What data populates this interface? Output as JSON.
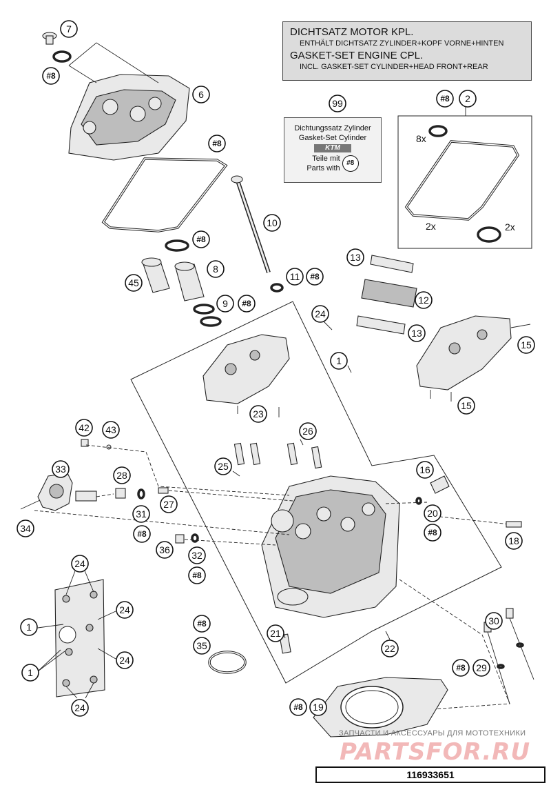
{
  "title_box": {
    "line1": "DICHTSATZ MOTOR KPL.",
    "line2": "ENTHÄLT DICHTSATZ ZYLINDER+KOPF VORNE+HINTEN",
    "line3": "GASKET-SET ENGINE CPL.",
    "line4": "INCL. GASKET-SET CYLINDER+HEAD FRONT+REAR"
  },
  "kit_box": {
    "line1": "Dichtungssatz Zylinder",
    "line2": "Gasket-Set Cylinder",
    "logo": "KTM",
    "line3": "Teile mit",
    "line4": "Parts with",
    "ref": "#8"
  },
  "callouts": [
    {
      "id": "c7",
      "label": "7"
    },
    {
      "id": "c8a",
      "label": "#8"
    },
    {
      "id": "c6",
      "label": "6"
    },
    {
      "id": "c8b",
      "label": "#8"
    },
    {
      "id": "c99",
      "label": "99"
    },
    {
      "id": "c8c",
      "label": "#8"
    },
    {
      "id": "c2",
      "label": "2"
    },
    {
      "id": "c10",
      "label": "10"
    },
    {
      "id": "c8d",
      "label": "#8"
    },
    {
      "id": "c45",
      "label": "45"
    },
    {
      "id": "c8",
      "label": "8"
    },
    {
      "id": "c9",
      "label": "9"
    },
    {
      "id": "c8e",
      "label": "#8"
    },
    {
      "id": "c11",
      "label": "11"
    },
    {
      "id": "c8f",
      "label": "#8"
    },
    {
      "id": "c13a",
      "label": "13"
    },
    {
      "id": "c12",
      "label": "12"
    },
    {
      "id": "c13b",
      "label": "13"
    },
    {
      "id": "c24a",
      "label": "24"
    },
    {
      "id": "c1a",
      "label": "1"
    },
    {
      "id": "c15a",
      "label": "15"
    },
    {
      "id": "c15b",
      "label": "15"
    },
    {
      "id": "c23",
      "label": "23"
    },
    {
      "id": "c42",
      "label": "42"
    },
    {
      "id": "c43",
      "label": "43"
    },
    {
      "id": "c26",
      "label": "26"
    },
    {
      "id": "c25",
      "label": "25"
    },
    {
      "id": "c33",
      "label": "33"
    },
    {
      "id": "c28",
      "label": "28"
    },
    {
      "id": "c27",
      "label": "27"
    },
    {
      "id": "c16",
      "label": "16"
    },
    {
      "id": "c31",
      "label": "31"
    },
    {
      "id": "c20",
      "label": "20"
    },
    {
      "id": "c34",
      "label": "34"
    },
    {
      "id": "c8g",
      "label": "#8"
    },
    {
      "id": "c8h",
      "label": "#8"
    },
    {
      "id": "c18",
      "label": "18"
    },
    {
      "id": "c36",
      "label": "36"
    },
    {
      "id": "c32",
      "label": "32"
    },
    {
      "id": "c8i",
      "label": "#8"
    },
    {
      "id": "c24b",
      "label": "24"
    },
    {
      "id": "c24c",
      "label": "24"
    },
    {
      "id": "c1b",
      "label": "1"
    },
    {
      "id": "c30",
      "label": "30"
    },
    {
      "id": "c8j",
      "label": "#8"
    },
    {
      "id": "c21",
      "label": "21"
    },
    {
      "id": "c35",
      "label": "35"
    },
    {
      "id": "c22",
      "label": "22"
    },
    {
      "id": "c1c",
      "label": "1"
    },
    {
      "id": "c24d",
      "label": "24"
    },
    {
      "id": "c8k",
      "label": "#8"
    },
    {
      "id": "c29",
      "label": "29"
    },
    {
      "id": "c24e",
      "label": "24"
    },
    {
      "id": "c8l",
      "label": "#8"
    },
    {
      "id": "c19",
      "label": "19"
    }
  ],
  "quantity_labels": {
    "q8x": "8x",
    "q2x_a": "2x",
    "q2x_b": "2x"
  },
  "watermark": {
    "tagline": "ЗАПЧАСТИ И АКСЕССУАРЫ ДЛЯ МОТОТЕХНИКИ",
    "logo": "PARTSFOR.RU"
  },
  "drawing_number": "116933651"
}
